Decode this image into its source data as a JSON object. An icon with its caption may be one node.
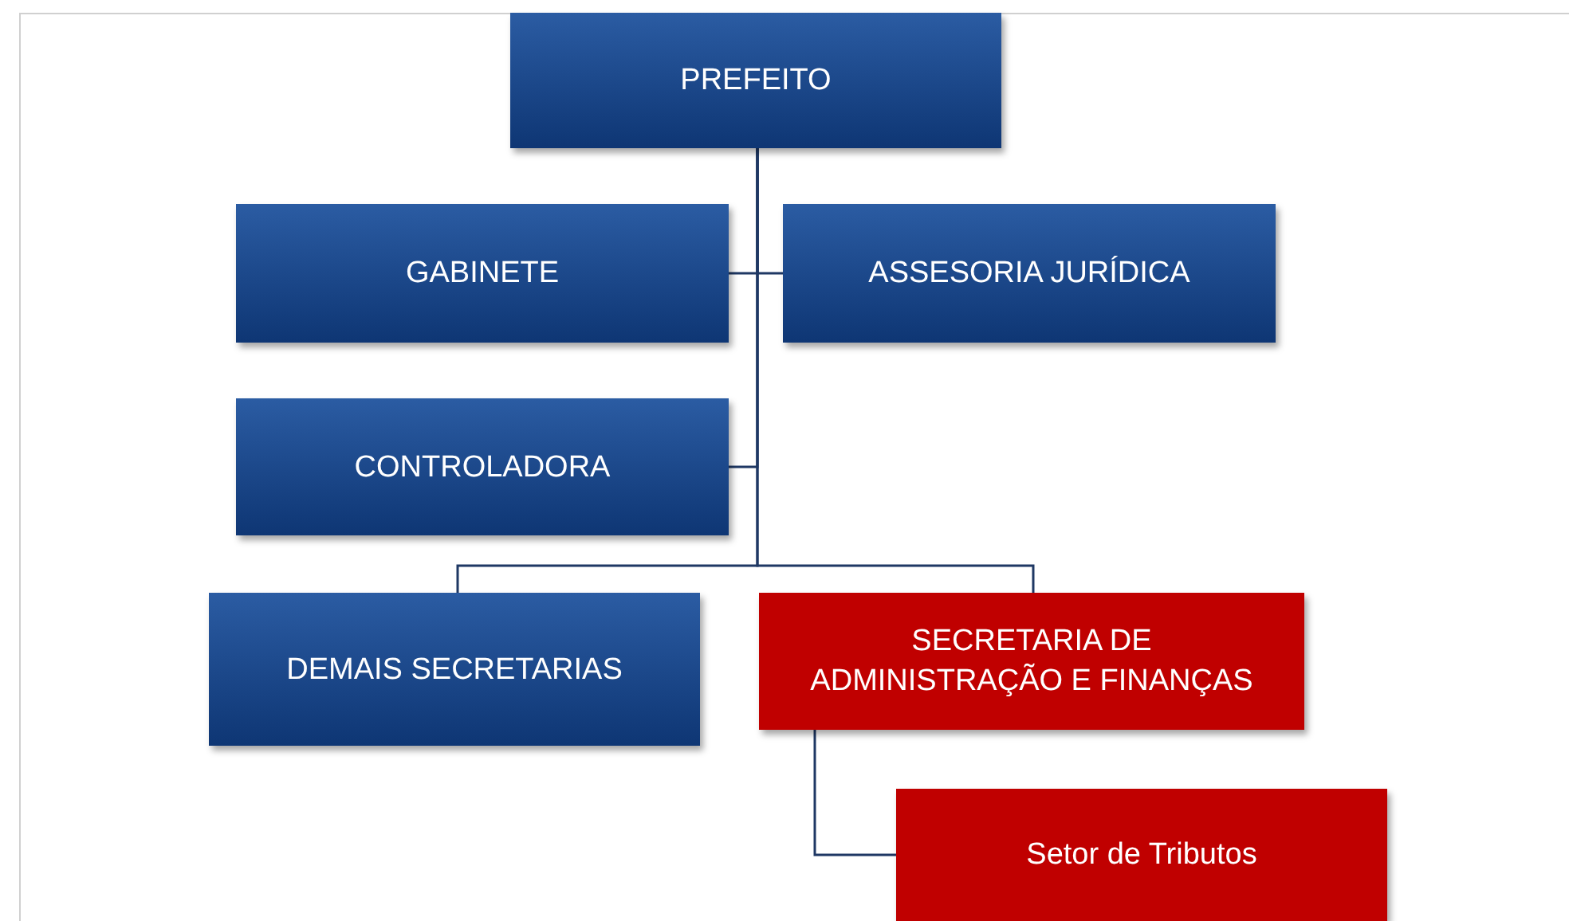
{
  "diagram": {
    "nodes": [
      {
        "text": [
          "PREFEITO"
        ]
      },
      {
        "text": [
          "GABINETE"
        ]
      },
      {
        "text": [
          "ASSESORIA JURÍDICA"
        ]
      },
      {
        "text": [
          "CONTROLADORA"
        ]
      },
      {
        "text": [
          "DEMAIS SECRETARIAS"
        ]
      },
      {
        "text": [
          "SECRETARIA DE ADMINISTRAÇÃO E FINANÇAS"
        ]
      },
      {
        "text": [
          "Setor de Tributos"
        ]
      }
    ],
    "edges": [
      {
        "from": 0,
        "to": 1,
        "arrow": "none"
      },
      {
        "from": 0,
        "to": 2,
        "arrow": "none"
      },
      {
        "from": 0,
        "to": 3,
        "arrow": "none"
      },
      {
        "from": 0,
        "to": 4,
        "arrow": "none"
      },
      {
        "from": 0,
        "to": 5,
        "arrow": "none"
      },
      {
        "from": 5,
        "to": 6,
        "arrow": "none"
      }
    ]
  }
}
